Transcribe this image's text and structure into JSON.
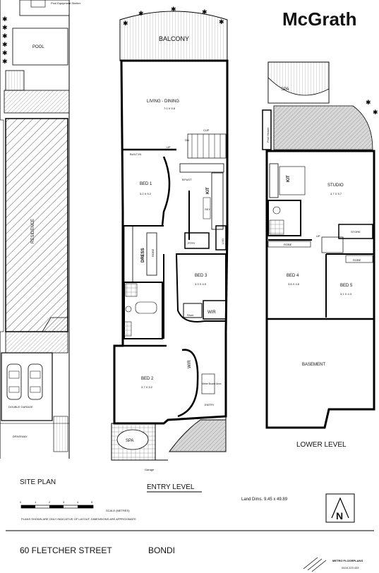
{
  "brand": {
    "logo": "McGrath"
  },
  "address": {
    "street": "60 FLETCHER STREET",
    "suburb": "BONDI"
  },
  "land_dims": "Land Dims. 9.45 x 49.89",
  "scale": {
    "ticks": [
      "0",
      "1",
      "2",
      "3",
      "4",
      "5"
    ],
    "label": "SCALE (METRES)",
    "disclaimer": "PLANS SHOWN ARE ONLY INDICATIVE OF LAYOUT. DIMENSIONS ARE APPROXIMATE"
  },
  "compass": {
    "letter": "N"
  },
  "credit": {
    "name": "METRO FLOORPLANS",
    "phone": "0418 223 433"
  },
  "site_plan": {
    "title": "SITE PLAN",
    "pool_equipment": "Pool Equipment Shelter",
    "pool": "POOL",
    "residence": "RESIDENCE",
    "garage": "DOUBLE GARAGE",
    "driveway": "DRIVEWAY"
  },
  "entry_level": {
    "title": "ENTRY LEVEL",
    "balcony": "BALCONY",
    "living": {
      "name": "LIVING - DINING",
      "dims": "7.0 X 5.8"
    },
    "built_in": "BUILT-IN",
    "up": "UP",
    "dn": "DN",
    "cup": "CUP",
    "bfast": "B'FAST",
    "kit": "KIT",
    "sky": "SKY",
    "bed1": {
      "name": "BED 1",
      "dims": "3.2 X 5.2"
    },
    "dress": "DRESS",
    "robe": "ROBE",
    "ptry": "PTRY",
    "lndry": "LND",
    "bed3": {
      "name": "BED 3",
      "dims": "3.3 X 4.9"
    },
    "shwr": "Shwr",
    "wir": "WIR",
    "bed2": {
      "name": "BED 2",
      "dims": "3.7 X 5.2"
    },
    "wir2": "WIR",
    "meter": "Meter Board Area",
    "entry": "ENTRY",
    "spa": "SPA",
    "garage": "Garage"
  },
  "lower_level": {
    "title": "LOWER LEVEL",
    "spa": "SPA",
    "pool_heater": "Pool Heater",
    "kit": "KIT",
    "studio": {
      "name": "STUDIO",
      "dims": "4.7 X 5.7"
    },
    "robe": "ROBE",
    "robe2": "ROBE",
    "store": "STORE",
    "up": "UP",
    "bed4": {
      "name": "BED 4",
      "dims": "3.8 X 4.6"
    },
    "bed5": {
      "name": "BED 5",
      "dims": "3.1 X 4.3"
    },
    "basement": "BASEMENT"
  }
}
